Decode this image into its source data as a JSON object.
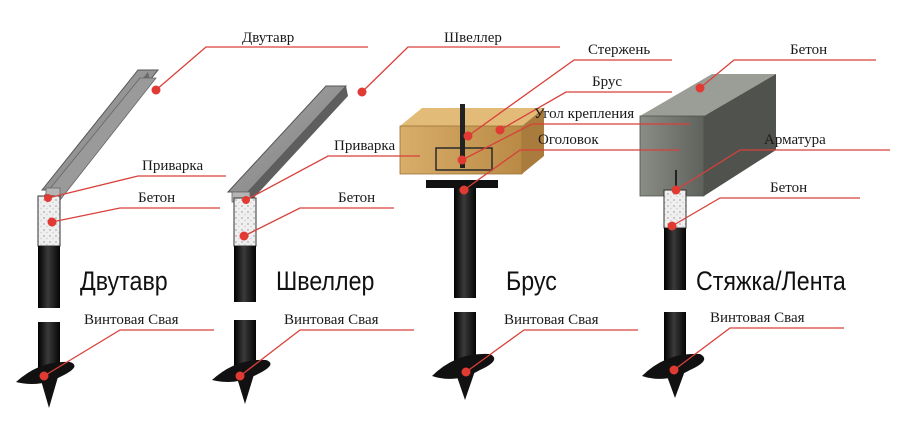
{
  "colors": {
    "leader": "#d9403a",
    "dot": "#e03a33",
    "pipe": "#141414",
    "steel": "#8f8f8f",
    "wood": "#c79a55",
    "concrete": "#7d8078"
  },
  "columns": [
    {
      "title": "Двутавр",
      "labels": {
        "top": "Двутавр",
        "weld": "Приварка",
        "concrete": "Бетон",
        "pile": "Винтовая Свая"
      }
    },
    {
      "title": "Швеллер",
      "labels": {
        "top": "Швеллер",
        "weld": "Приварка",
        "concrete": "Бетон",
        "pile": "Винтовая Свая"
      }
    },
    {
      "title": "Брус",
      "labels": {
        "rod": "Стержень",
        "beam": "Брус",
        "angle": "Угол крепления",
        "cap": "Оголовок",
        "pile": "Винтовая Свая"
      }
    },
    {
      "title": "Стяжка/Лента",
      "labels": {
        "top": "Бетон",
        "rebar": "Арматура",
        "concrete": "Бетон",
        "pile": "Винтовая Свая"
      }
    }
  ]
}
